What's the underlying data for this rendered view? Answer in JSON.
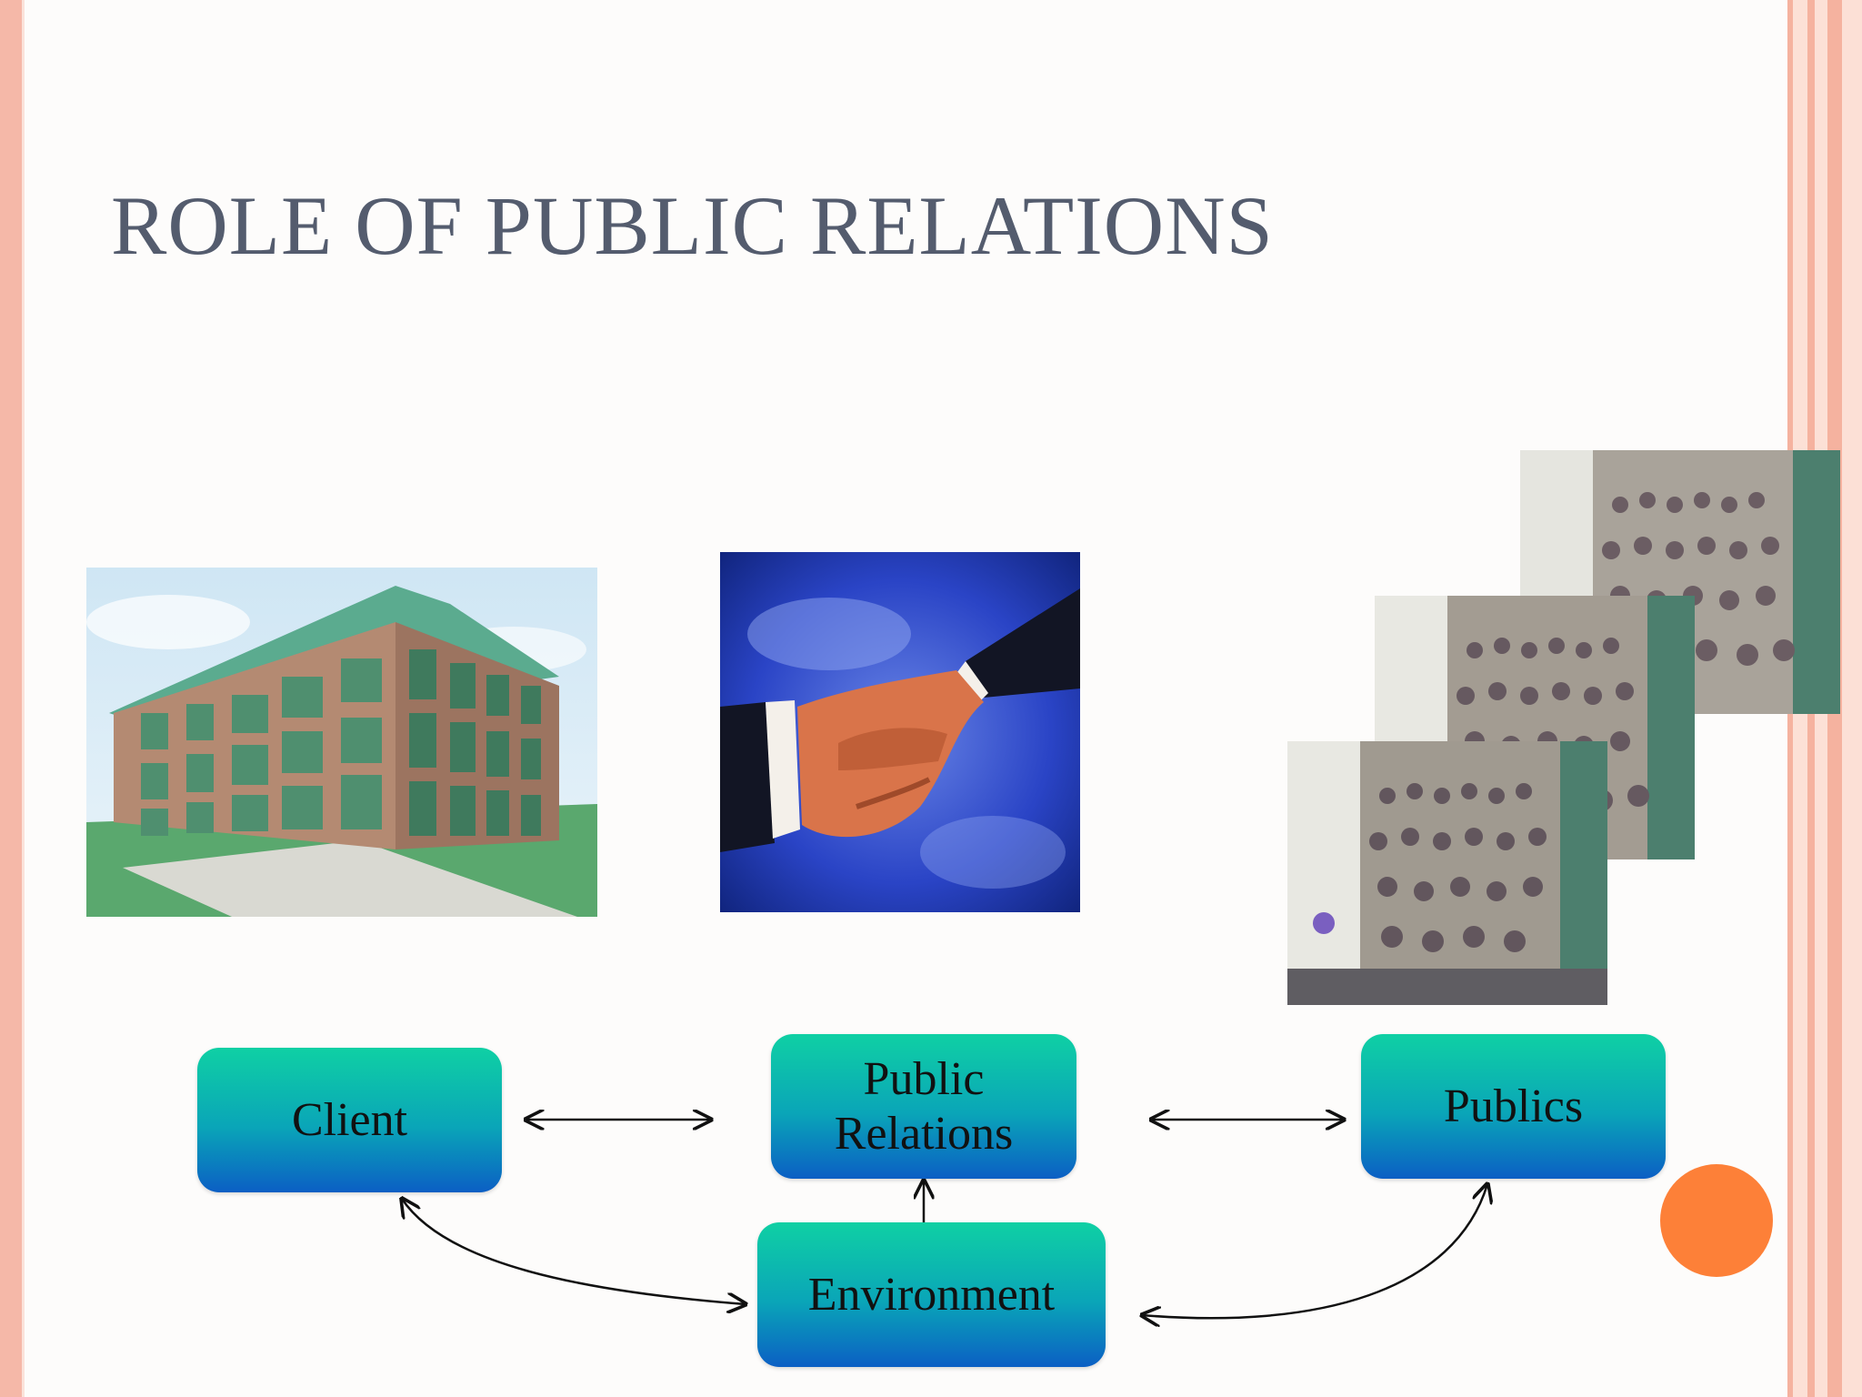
{
  "title": "ROLE OF PUBLIC RELATIONS",
  "images": {
    "building": "building-illustration",
    "handshake": "handshake-photo",
    "crowd": "crowd-photos"
  },
  "nodes": {
    "client": "Client",
    "public_relations_line1": "Public",
    "public_relations_line2": "Relations",
    "publics": "Publics",
    "environment": "Environment"
  },
  "colors": {
    "accent_border": "#f5b8a8",
    "box_top": "#0fd0a4",
    "box_bottom": "#0b5fc4",
    "circle": "#fd8038",
    "title": "#545c6e"
  }
}
